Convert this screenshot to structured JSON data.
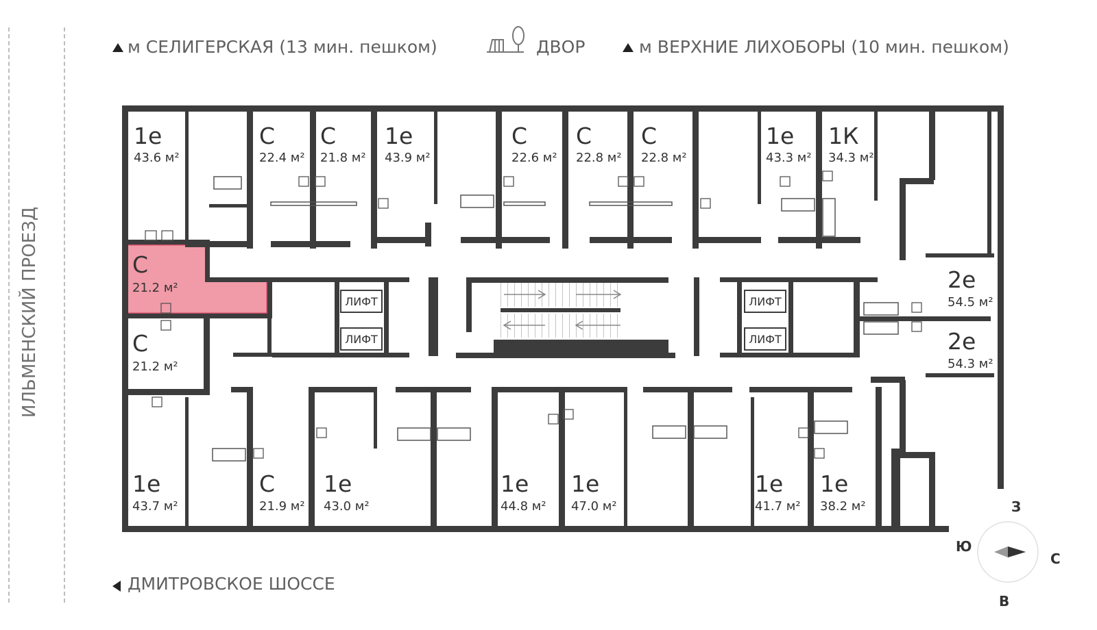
{
  "streets": {
    "top_left": "м СЕЛИГЕРСКАЯ (13 мин. пешком)",
    "top_center": "ДВОР",
    "top_right": "м ВЕРХНИЕ ЛИХОБОРЫ (10 мин. пешком)",
    "bottom": "ДМИТРОВСКОЕ ШОССЕ",
    "left_vertical": "ИЛЬМЕНСКИЙ ПРОЕЗД"
  },
  "compass": {
    "north": "З",
    "east": "С",
    "south": "В",
    "west": "Ю"
  },
  "lift_label": "ЛИФТ",
  "colors": {
    "wall": "#3c3c3c",
    "highlight": "#f19aa8",
    "highlight_border": "#c64a63"
  },
  "apartments_top": [
    {
      "type": "1е",
      "area": "43.6 м²"
    },
    {
      "type": "С",
      "area": "22.4 м²"
    },
    {
      "type": "С",
      "area": "21.8 м²"
    },
    {
      "type": "1е",
      "area": "43.9 м²"
    },
    {
      "type": "С",
      "area": "22.6 м²"
    },
    {
      "type": "С",
      "area": "22.8 м²"
    },
    {
      "type": "С",
      "area": "22.8 м²"
    },
    {
      "type": "1е",
      "area": "43.3 м²"
    },
    {
      "type": "1К",
      "area": "34.3 м²"
    }
  ],
  "apartments_left": [
    {
      "type": "С",
      "area": "21.2 м²",
      "selected": true
    },
    {
      "type": "С",
      "area": "21.2 м²"
    }
  ],
  "apartments_right": [
    {
      "type": "2е",
      "area": "54.5 м²"
    },
    {
      "type": "2е",
      "area": "54.3 м²"
    }
  ],
  "apartments_bottom": [
    {
      "type": "1е",
      "area": "43.7 м²"
    },
    {
      "type": "С",
      "area": "21.9 м²"
    },
    {
      "type": "1е",
      "area": "43.0 м²"
    },
    {
      "type": "1е",
      "area": "44.8 м²"
    },
    {
      "type": "1е",
      "area": "47.0 м²"
    },
    {
      "type": "1е",
      "area": "41.7 м²"
    },
    {
      "type": "1е",
      "area": "38.2 м²"
    }
  ]
}
